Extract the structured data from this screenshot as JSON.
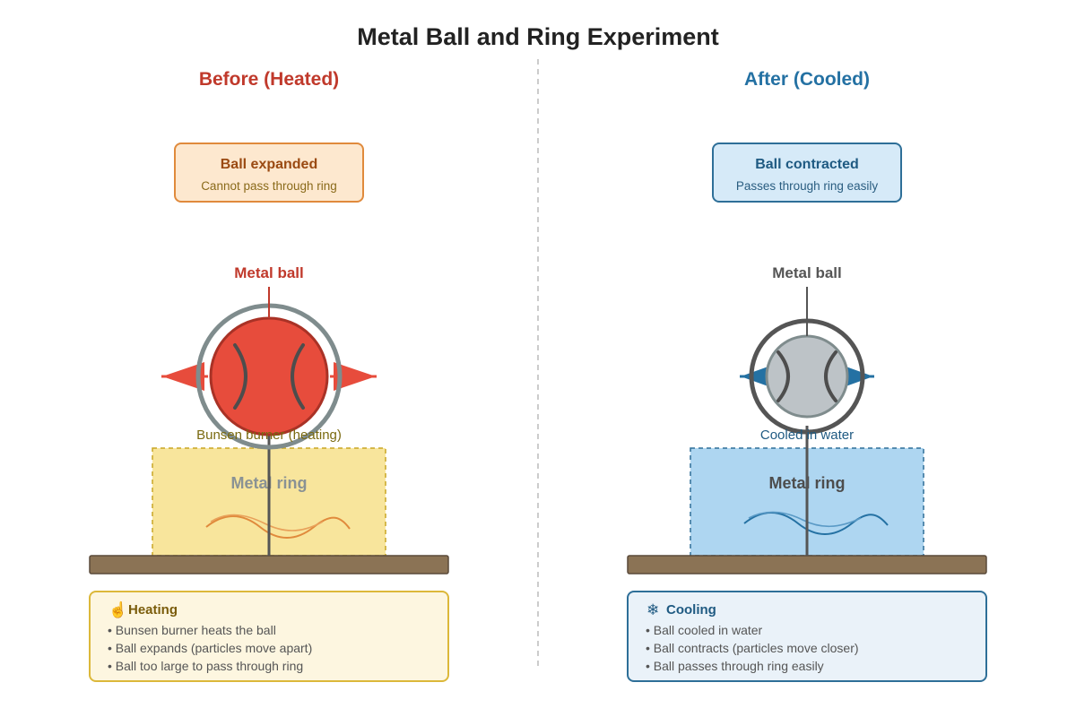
{
  "title": "Metal Ball and Ring Experiment",
  "colors": {
    "heated_accent": "#c0392b",
    "cooled_accent": "#2471a3",
    "ball_hot": "#e74c3c",
    "ball_cold": "#bdc3c7",
    "ring_hot": "#7f8c8d",
    "ring_cold": "#555555",
    "table": "#8b7355"
  },
  "before": {
    "heading": "Before (Heated)",
    "state_title": "Ball expanded",
    "state_subtitle": "Cannot pass through ring",
    "ball_label": "Metal ball",
    "ring_label": "Metal ring",
    "source_label": "Bunsen burner (heating)",
    "info_icon": "hand-pointing-icon",
    "info_icon_glyph": "☝",
    "info_title": "Heating",
    "info_items": [
      "• Bunsen burner heats the ball",
      "• Ball expands (particles move apart)",
      "• Ball too large to pass through ring"
    ]
  },
  "after": {
    "heading": "After (Cooled)",
    "state_title": "Ball contracted",
    "state_subtitle": "Passes through ring easily",
    "ball_label": "Metal ball",
    "ring_label": "Metal ring",
    "source_label": "Cooled in water",
    "info_icon": "snowflake-icon",
    "info_icon_glyph": "❄",
    "info_title": "Cooling",
    "info_items": [
      "• Ball cooled in water",
      "• Ball contracts (particles move closer)",
      "• Ball passes through ring easily"
    ]
  }
}
